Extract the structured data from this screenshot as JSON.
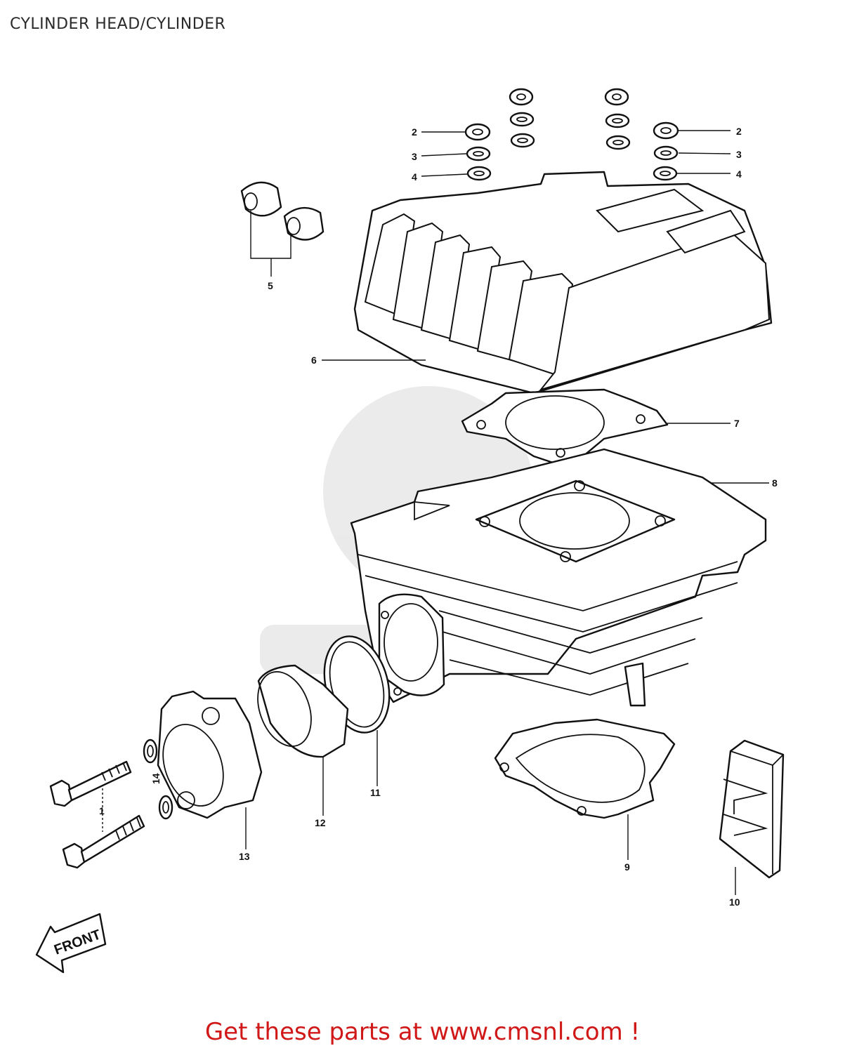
{
  "header": {
    "title": "CYLINDER HEAD/CYLINDER"
  },
  "callouts": {
    "c1": "1",
    "c2a": "2",
    "c2b": "2",
    "c3a": "3",
    "c3b": "3",
    "c4a": "4",
    "c4b": "4",
    "c5": "5",
    "c6": "6",
    "c7": "7",
    "c8": "8",
    "c9": "9",
    "c10": "10",
    "c11": "11",
    "c12": "12",
    "c13": "13",
    "c14": "14"
  },
  "front_arrow": {
    "label": "FRONT"
  },
  "footer": {
    "promo": "Get these parts at www.cmsnl.com !"
  },
  "colors": {
    "promo": "#d01818",
    "line": "#111111",
    "background": "#ffffff"
  }
}
